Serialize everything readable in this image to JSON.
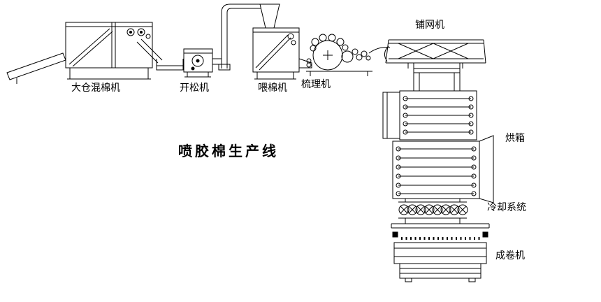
{
  "title": "喷胶棉生产线",
  "machines": {
    "mixer": {
      "label": "大仓混棉机"
    },
    "opener": {
      "label": "开松机"
    },
    "feeder": {
      "label": "喂棉机"
    },
    "carder": {
      "label": "梳理机"
    },
    "lapper": {
      "label": "铺网机"
    },
    "oven": {
      "label": "烘箱"
    },
    "cooling": {
      "label": "冷却系统"
    },
    "winder": {
      "label": "成卷机"
    }
  },
  "colors": {
    "line": "#000000",
    "background": "#ffffff",
    "text": "#000000"
  }
}
